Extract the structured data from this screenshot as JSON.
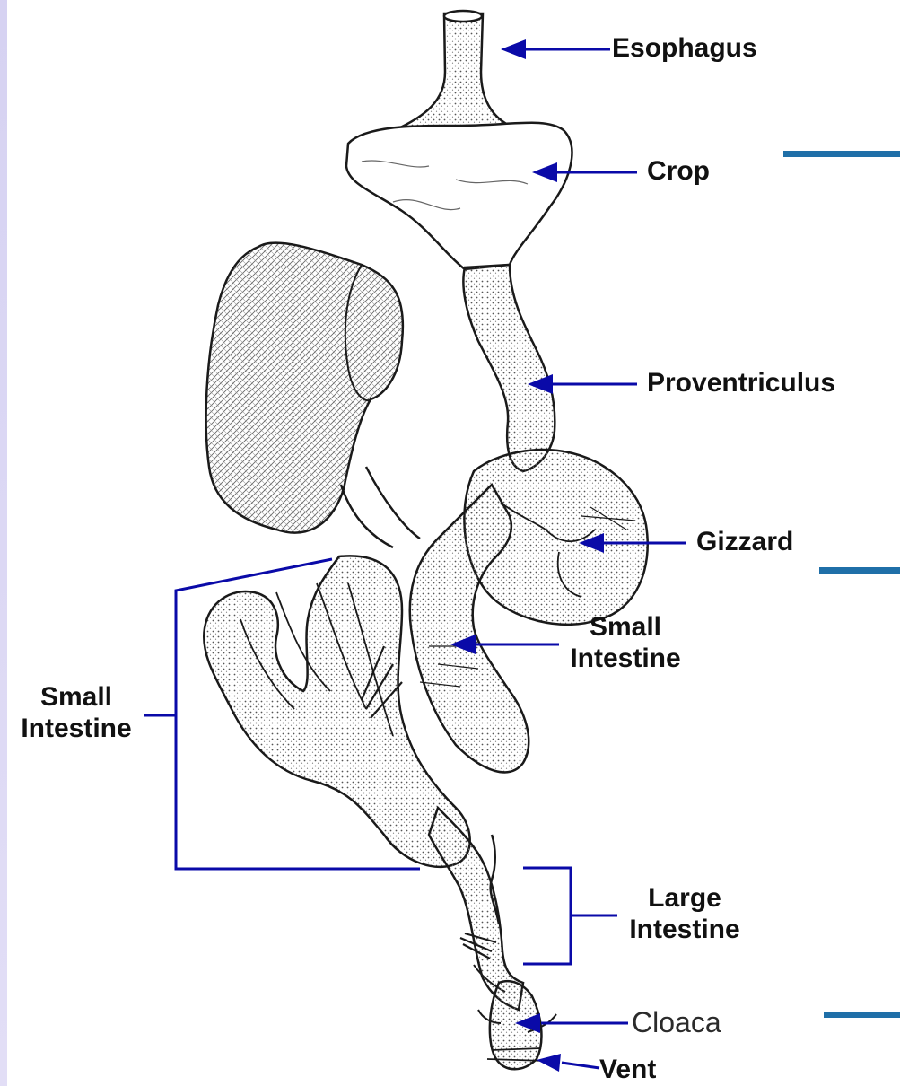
{
  "colors": {
    "arrow": "#0a0aa8",
    "outline": "#1a1a1a",
    "accent_bar": "#1f6fa8",
    "slide_bg": "#dcd8f4"
  },
  "labels": {
    "esophagus": "Esophagus",
    "crop": "Crop",
    "proventriculus": "Proventriculus",
    "gizzard": "Gizzard",
    "small_intestine_right_line1": "Small",
    "small_intestine_right_line2": "Intestine",
    "small_intestine_left_line1": "Small",
    "small_intestine_left_line2": "Intestine",
    "large_intestine_line1": "Large",
    "large_intestine_line2": "Intestine",
    "cloaca": "Cloaca",
    "vent": "Vent"
  }
}
